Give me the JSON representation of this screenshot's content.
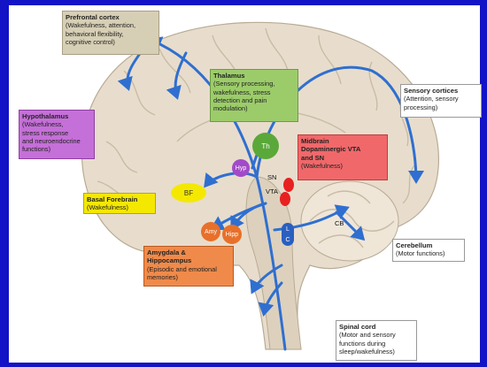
{
  "boxes": {
    "prefrontal": {
      "title": "Prefrontal cortex",
      "desc": "(Wakefulness, attention,\nbehavioral flexibility,\ncognitive control)"
    },
    "thalamus": {
      "title": "Thalamus",
      "desc": "(Sensory processing,\nwakefulness, stress\ndetection and pain\nmodulation)"
    },
    "sensory": {
      "title": "Sensory cortices",
      "desc": "(Attention, sensory\nprocessing)"
    },
    "hypothalamus": {
      "title": "Hypothalamus",
      "desc": "(Wakefulness,\nstress response\nand neuroendocrine\nfunctions)"
    },
    "midbrain": {
      "title": "Midbrain\nDopaminergic VTA\nand SN",
      "desc": "(Wakefulness)"
    },
    "basal": {
      "title": "Basal Forebrain",
      "desc": "(Wakefulness)"
    },
    "amygdala": {
      "title": "Amygdala &\nHippocampus",
      "desc": "(Episodic and emotional\nmemories)"
    },
    "cerebellum": {
      "title": "Cerebellum",
      "desc": "(Motor functions)"
    },
    "spinal": {
      "title": "Spinal cord",
      "desc": "(Motor and sensory\nfunctions during\nsleep/wakefulness)"
    }
  },
  "nodes": {
    "th": "Th",
    "hyp": "Hyp",
    "bf": "BF",
    "amy": "Amy",
    "hipp": "Hipp",
    "sn": "SN",
    "vta": "VTA",
    "lc_l": "L",
    "lc_c": "C",
    "cb": "CB"
  },
  "colors": {
    "background": "#1212c6",
    "arrow": "#2f6fd0",
    "prefrontal": "#d7cfb5",
    "thalamus": "#9ccc6a",
    "hypothalamus": "#c56fd8",
    "midbrain": "#f0686a",
    "basal": "#f5e800",
    "amygdala": "#f08a4a",
    "brain": "#e8ddcc",
    "brain_outline": "#b8ab95"
  }
}
